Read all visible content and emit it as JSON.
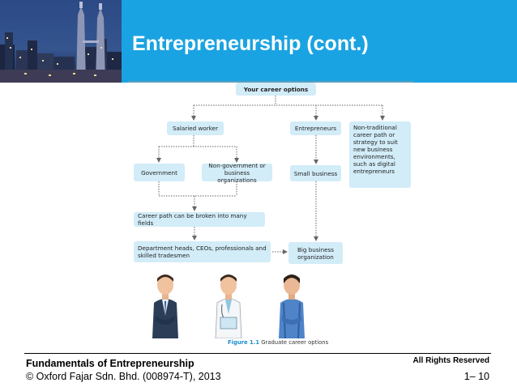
{
  "slide": {
    "title": "Entrepreneurship (cont.)",
    "colors": {
      "banner": "#1aa3e2",
      "box_fill": "#d2ecf8",
      "connector": "#666666",
      "caption_label": "#1a8ccf"
    }
  },
  "diagram": {
    "nodes": {
      "your_career_options": "Your career options",
      "salaried_worker": "Salaried worker",
      "entrepreneurs": "Entrepreneurs",
      "non_traditional": "Non-traditional career path or strategy to suit new business environments, such as digital entrepreneurs",
      "government": "Government",
      "non_government": "Non-government or business organizations",
      "small_business": "Small business",
      "career_path_fields": "Career path can be broken into many fields",
      "department_heads": "Department heads, CEOs, professionals and skilled tradesmen",
      "big_business": "Big business organization"
    },
    "illustrations": [
      "businessman-figure",
      "doctor-figure",
      "tradesman-figure"
    ],
    "caption": {
      "label": "Figure 1.1",
      "text": "Graduate career options"
    }
  },
  "footer": {
    "book_title": "Fundamentals of Entrepreneurship",
    "rights": "All Rights Reserved",
    "copyright": "© Oxford Fajar Sdn. Bhd. (008974-T), 2013",
    "page": "1– 10"
  }
}
